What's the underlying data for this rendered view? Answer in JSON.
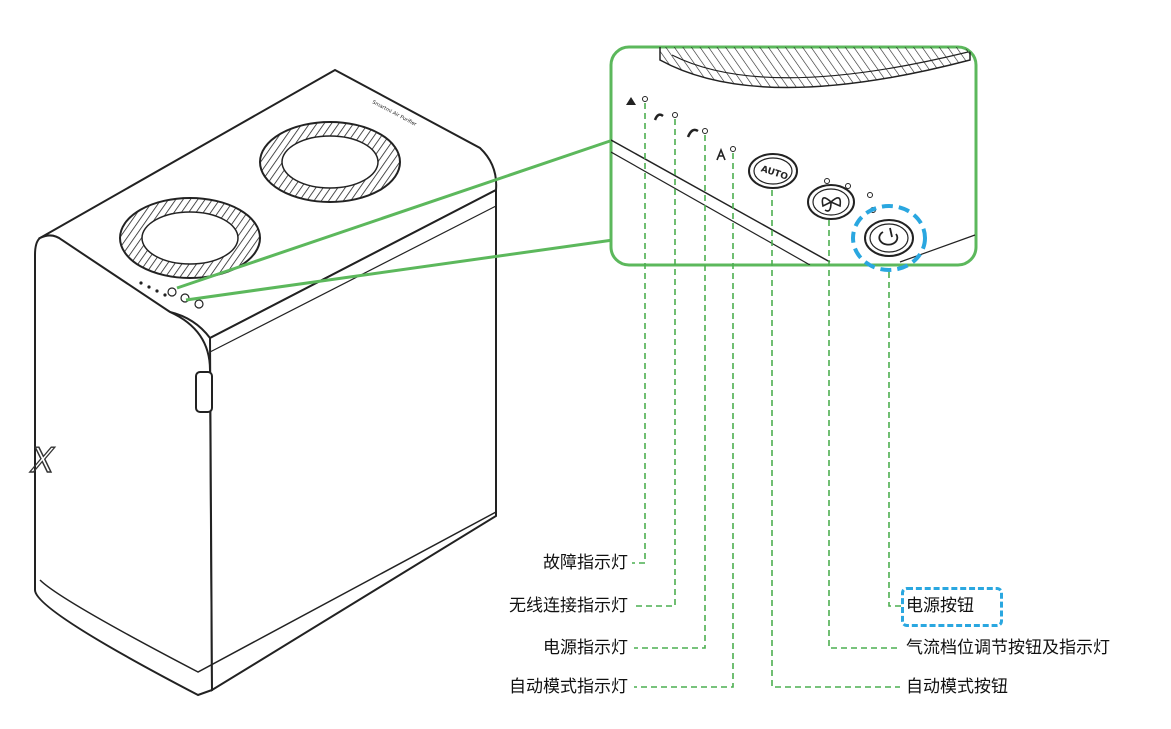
{
  "device": {
    "top_print": "Smartmi Air Purifier",
    "logo_text": "X",
    "auto_button_text": "AUTO"
  },
  "callouts": {
    "fault_indicator": "故障指示灯",
    "wifi_indicator": "无线连接指示灯",
    "power_indicator": "电源指示灯",
    "auto_mode_indicator": "自动模式指示灯",
    "power_button": "电源按钮",
    "airflow_button": "气流档位调节按钮及指示灯",
    "auto_mode_button": "自动模式按钮"
  },
  "colors": {
    "callout_frame": "#5cb85c",
    "leader_line": "#4caf50",
    "highlight": "#2aa7e0",
    "outline": "#222222"
  }
}
